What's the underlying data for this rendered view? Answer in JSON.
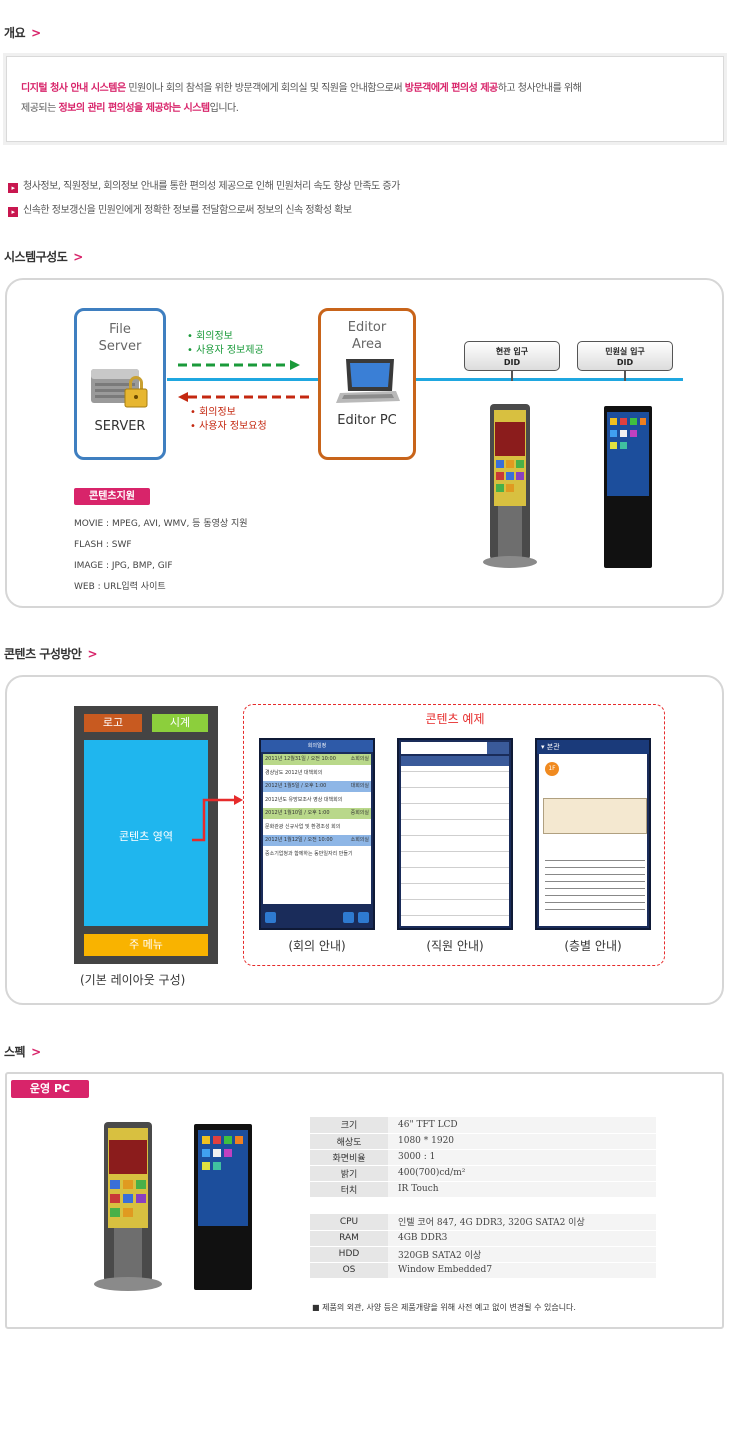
{
  "sections": {
    "overview": "개요",
    "system": "시스템구성도",
    "contents": "콘텐츠 구성방안",
    "spec": "스펙"
  },
  "chevron": ">",
  "overview": {
    "p1_a": "디지털 청사 안내 시스템은",
    "p1_b": " 민원이나 회의 참석을 위한 방문객에게 회의실 및 직원을 안내함으로써 ",
    "p1_c": "방문객에게 편의성 제공",
    "p1_d": "하고 청사안내를 위해",
    "p2_a": "제공되는 ",
    "p2_b": "정보의 관리 편의성을 제공하는 시스템",
    "p2_c": "입니다."
  },
  "bullets": [
    "청사정보, 직원정보, 회의정보 안내를 통한 편의성 제공으로 인해 민원처리 속도 향상 만족도 증가",
    "신속한 정보갱신을 민원인에게 정확한 정보를 전달함으로써 정보의 신속 정확성 확보"
  ],
  "diagram": {
    "file_server": [
      "File",
      "Server"
    ],
    "server_label": "SERVER",
    "editor_area": [
      "Editor",
      "Area"
    ],
    "editor_pc": "Editor PC",
    "green_lines": [
      "• 회의정보",
      "• 사용자 정보제공"
    ],
    "red_lines": [
      "• 회의정보",
      "• 사용자 정보요청"
    ],
    "did1": [
      "현관 입구",
      "DID"
    ],
    "did2": [
      "민원실 입구",
      "DID"
    ],
    "support_badge": "콘텐츠지원",
    "support_items": [
      "MOVIE : MPEG, AVI, WMV, 등 동영상 지원",
      "FLASH : SWF",
      "IMAGE : JPG, BMP, GIF",
      "WEB : URL입력 사이트"
    ]
  },
  "layout": {
    "logo": "로고",
    "clock": "시계",
    "area": "콘텐츠 영역",
    "menu": "주 메뉴",
    "caption": "(기본 레이아웃 구성)",
    "example_title": "콘텐츠 예제",
    "captions": [
      "(회의 안내)",
      "(직원 안내)",
      "(층별 안내)"
    ],
    "meeting_title": "회의일정",
    "meeting_rows": [
      {
        "date": "2011년 12월31일 / 오전 10:00",
        "room": "소회의실"
      },
      {
        "date": "",
        "room": "",
        "text": "경상남도 2012년 대책회의"
      },
      {
        "date": "2012년 1월5일 / 오후 1:00",
        "room": "대회의실"
      },
      {
        "date": "",
        "room": "",
        "text": "2012년도 유망보조사 영상 대책회의"
      },
      {
        "date": "2012년 1월10일 / 오후 1:00",
        "room": "중회의실"
      },
      {
        "date": "",
        "room": "",
        "text": "문화관광 신규사업 및 환경조성 회의"
      },
      {
        "date": "2012년 1월12일 / 오전 10:00",
        "room": "소회의실"
      },
      {
        "date": "",
        "room": "",
        "text": "중소기업청과 함께하는 동반일자리 만들기"
      }
    ],
    "floor_title": "본관",
    "floor_badge": "1F"
  },
  "spec": {
    "badge": "운영 PC",
    "group1": [
      {
        "k": "크기",
        "v": "46\" TFT LCD"
      },
      {
        "k": "해상도",
        "v": "1080 * 1920"
      },
      {
        "k": "화면비율",
        "v": "3000 : 1"
      },
      {
        "k": "밝기",
        "v": "400(700)cd/m²"
      },
      {
        "k": "터치",
        "v": "IR Touch"
      }
    ],
    "group2": [
      {
        "k": "CPU",
        "v": "인텔 코어 847, 4G DDR3, 320G SATA2 이상"
      },
      {
        "k": "RAM",
        "v": "4GB DDR3"
      },
      {
        "k": "HDD",
        "v": "320GB SATA2 이상"
      },
      {
        "k": "OS",
        "v": "Window Embedded7"
      }
    ],
    "note": "■ 제품의 외관, 사양 등은 제품개량을 위해 사전 예고 없이 변경될 수 있습니다."
  },
  "colors": {
    "accent": "#d8246a",
    "blue": "#1fa7e0",
    "server_border": "#3f7fc0",
    "editor_border": "#c8641a",
    "green_arrow": "#1a9a3a",
    "red_arrow": "#c42810",
    "layout_area": "#1fb6ee",
    "layout_logo": "#c85a20",
    "layout_clock": "#8ccf3c",
    "layout_menu": "#f9b300"
  }
}
